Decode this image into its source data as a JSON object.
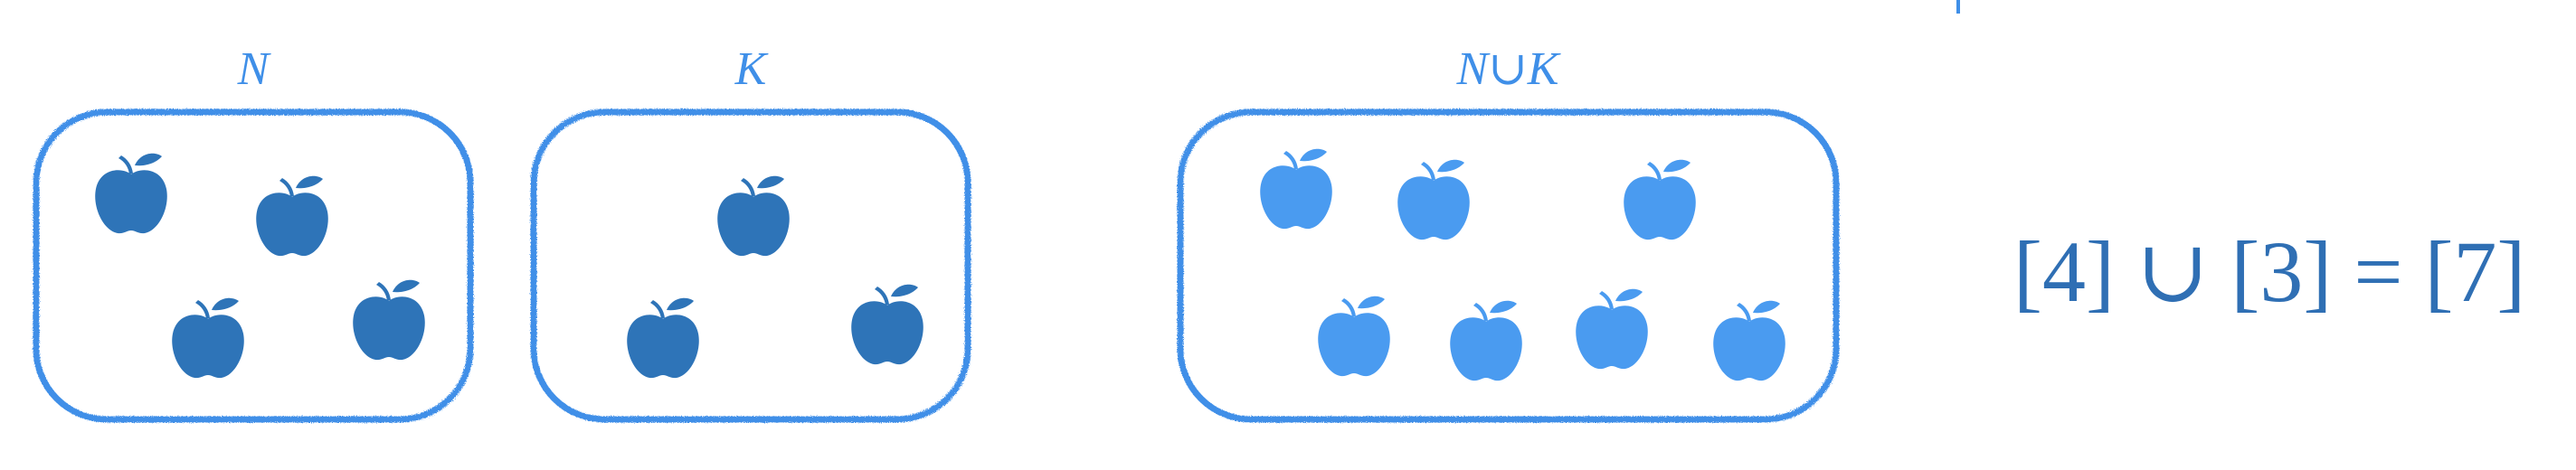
{
  "colors": {
    "outline": "#3f8fe8",
    "apple_dark": "#2e74b8",
    "apple_light": "#4a9bf0",
    "label": "#3f8fe8",
    "equation": "#2f6fb4"
  },
  "icon": "apple-icon",
  "sets": [
    {
      "label": "N",
      "count": 4,
      "apple_color": "apple_dark"
    },
    {
      "label": "K",
      "count": 3,
      "apple_color": "apple_dark"
    },
    {
      "label": "N∪K",
      "count": 7,
      "apple_color": "apple_light"
    }
  ],
  "equation": "[4] ∪ [3] = [7]"
}
